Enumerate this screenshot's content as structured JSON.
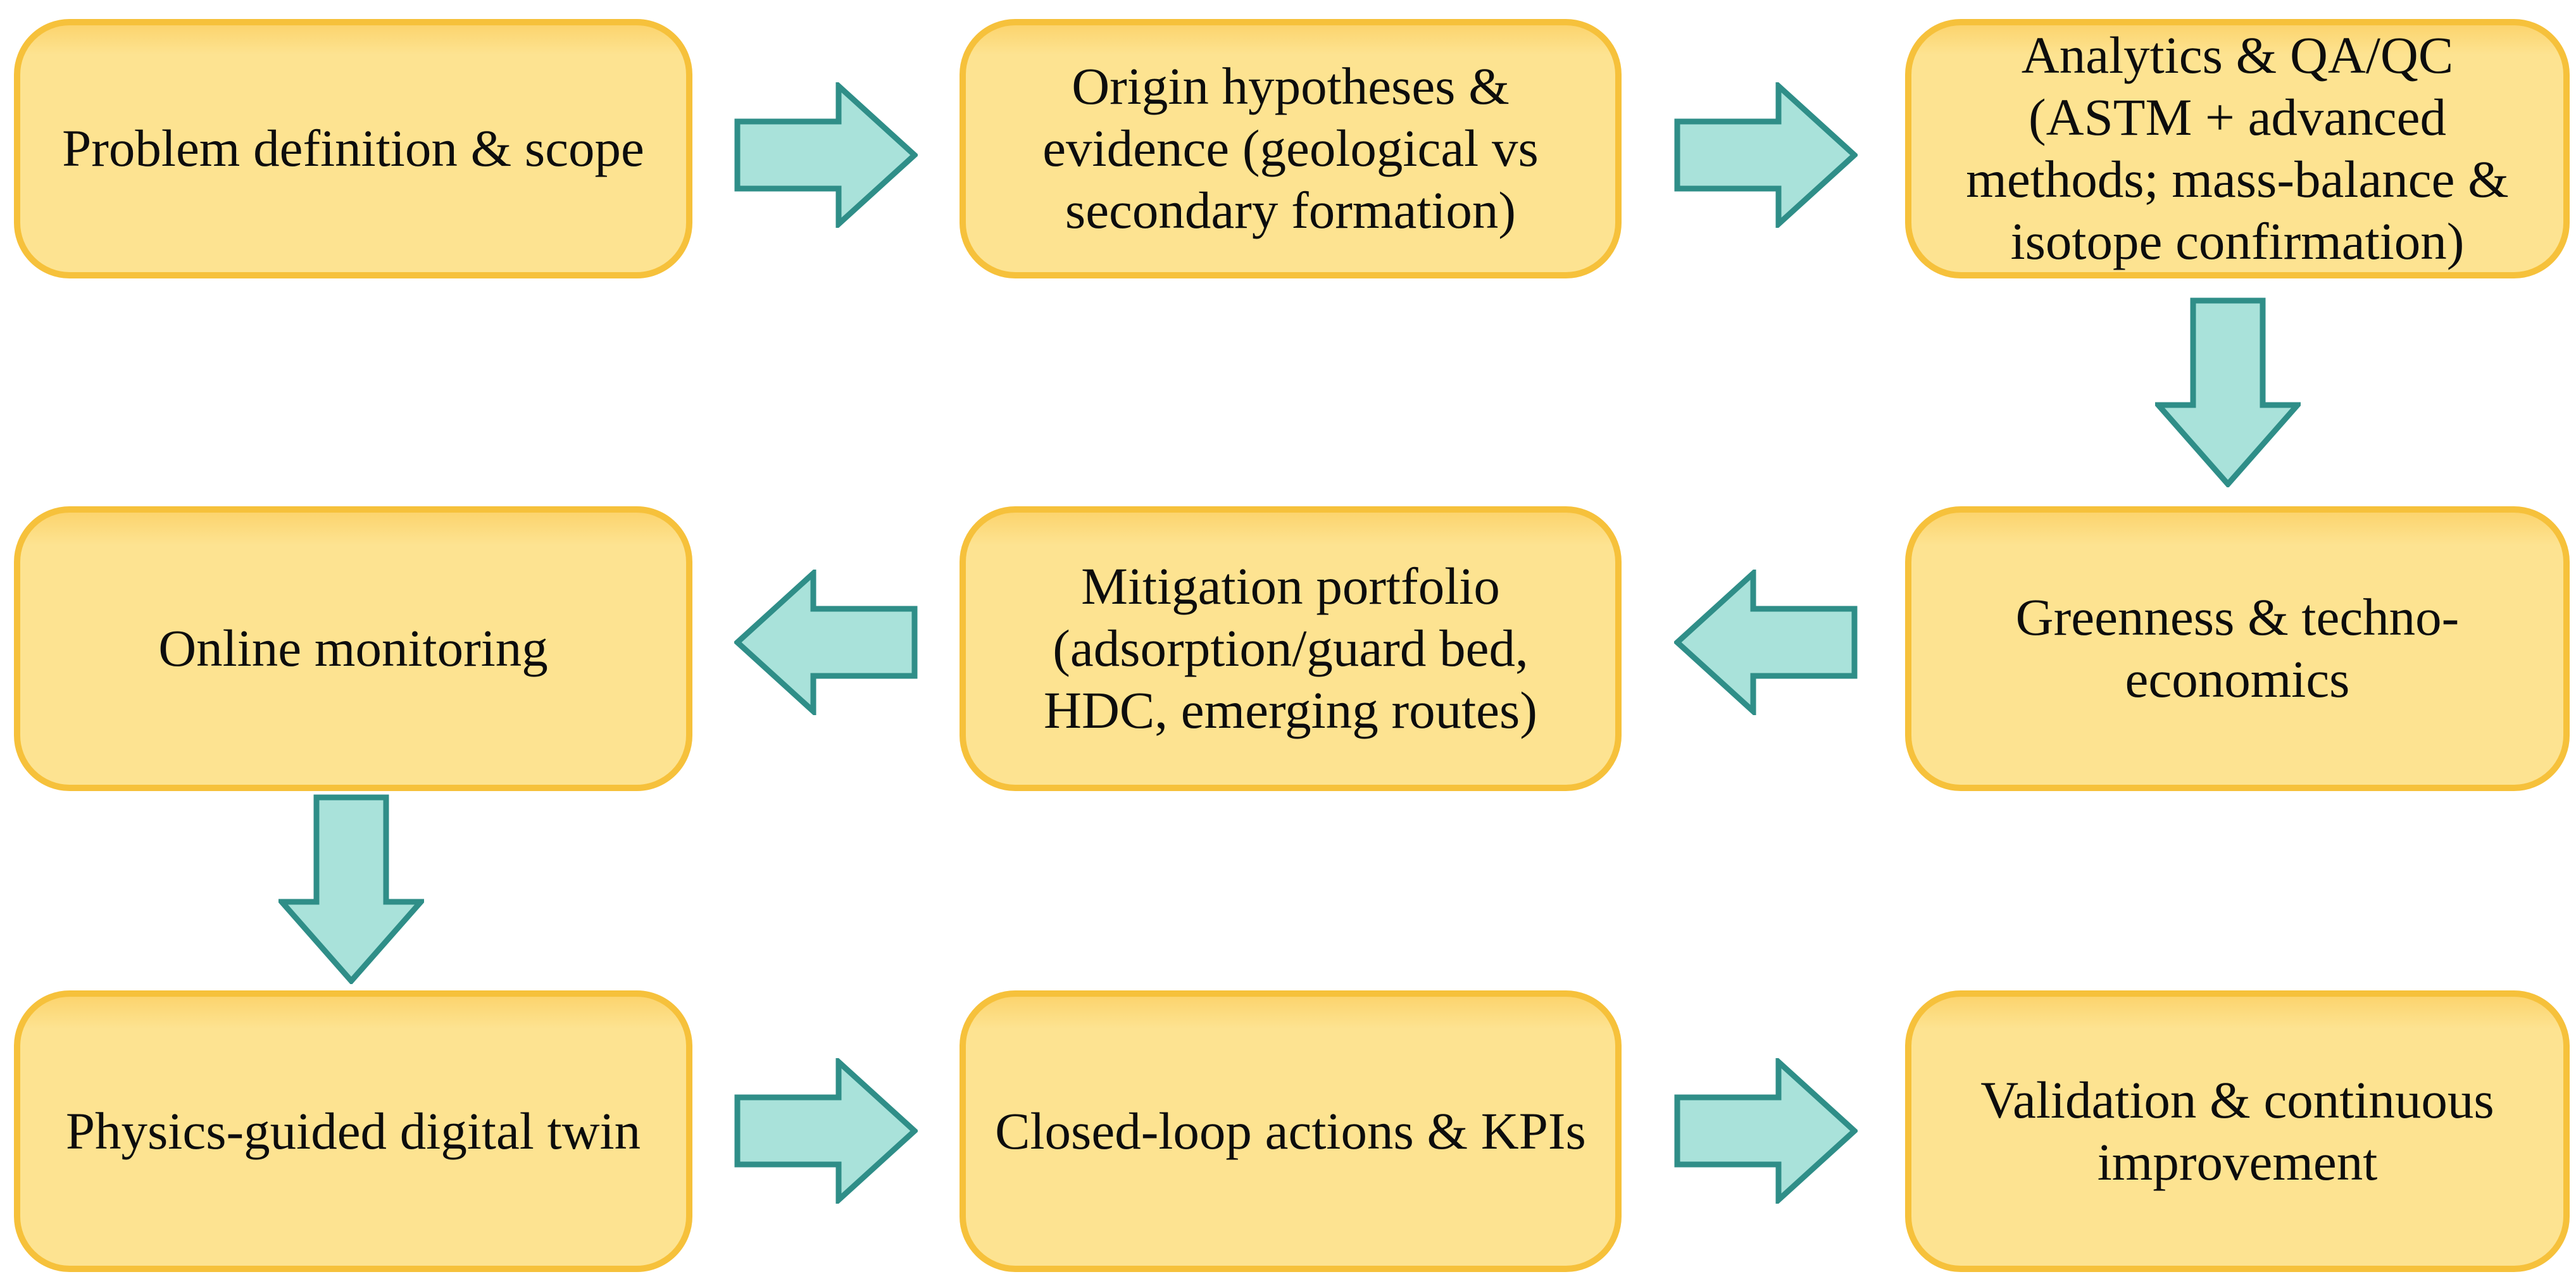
{
  "colors": {
    "bg": "#ffffff",
    "box_fill": "#fde391",
    "box_fill_top": "#fcd46e",
    "box_border": "#f6c13b",
    "arrow_fill": "#a9e2da",
    "arrow_border": "#2f8e88",
    "text": "#0d0d0d"
  },
  "nodes": [
    {
      "id": "problem-definition",
      "label": "Problem definition & scope"
    },
    {
      "id": "origin-hypotheses",
      "label": "Origin hypotheses & evidence (geological vs secondary formation)"
    },
    {
      "id": "analytics-qaqc",
      "label": "Analytics & QA/QC (ASTM + advanced methods; mass-balance & isotope confirmation)"
    },
    {
      "id": "online-monitoring",
      "label": "Online monitoring"
    },
    {
      "id": "mitigation-portfolio",
      "label": "Mitigation portfolio (adsorption/guard bed, HDC, emerging routes)"
    },
    {
      "id": "greenness-techno-economics",
      "label": "Greenness & techno-economics"
    },
    {
      "id": "physics-digital-twin",
      "label": "Physics-guided digital twin"
    },
    {
      "id": "closed-loop-kpis",
      "label": "Closed-loop actions & KPIs"
    },
    {
      "id": "validation-improvement",
      "label": "Validation & continuous improvement"
    }
  ],
  "edges": [
    {
      "from": "problem-definition",
      "to": "origin-hypotheses",
      "direction": "right"
    },
    {
      "from": "origin-hypotheses",
      "to": "analytics-qaqc",
      "direction": "right"
    },
    {
      "from": "analytics-qaqc",
      "to": "greenness-techno-economics",
      "direction": "down"
    },
    {
      "from": "greenness-techno-economics",
      "to": "mitigation-portfolio",
      "direction": "left"
    },
    {
      "from": "mitigation-portfolio",
      "to": "online-monitoring",
      "direction": "left"
    },
    {
      "from": "online-monitoring",
      "to": "physics-digital-twin",
      "direction": "down"
    },
    {
      "from": "physics-digital-twin",
      "to": "closed-loop-kpis",
      "direction": "right"
    },
    {
      "from": "closed-loop-kpis",
      "to": "validation-improvement",
      "direction": "right"
    }
  ]
}
